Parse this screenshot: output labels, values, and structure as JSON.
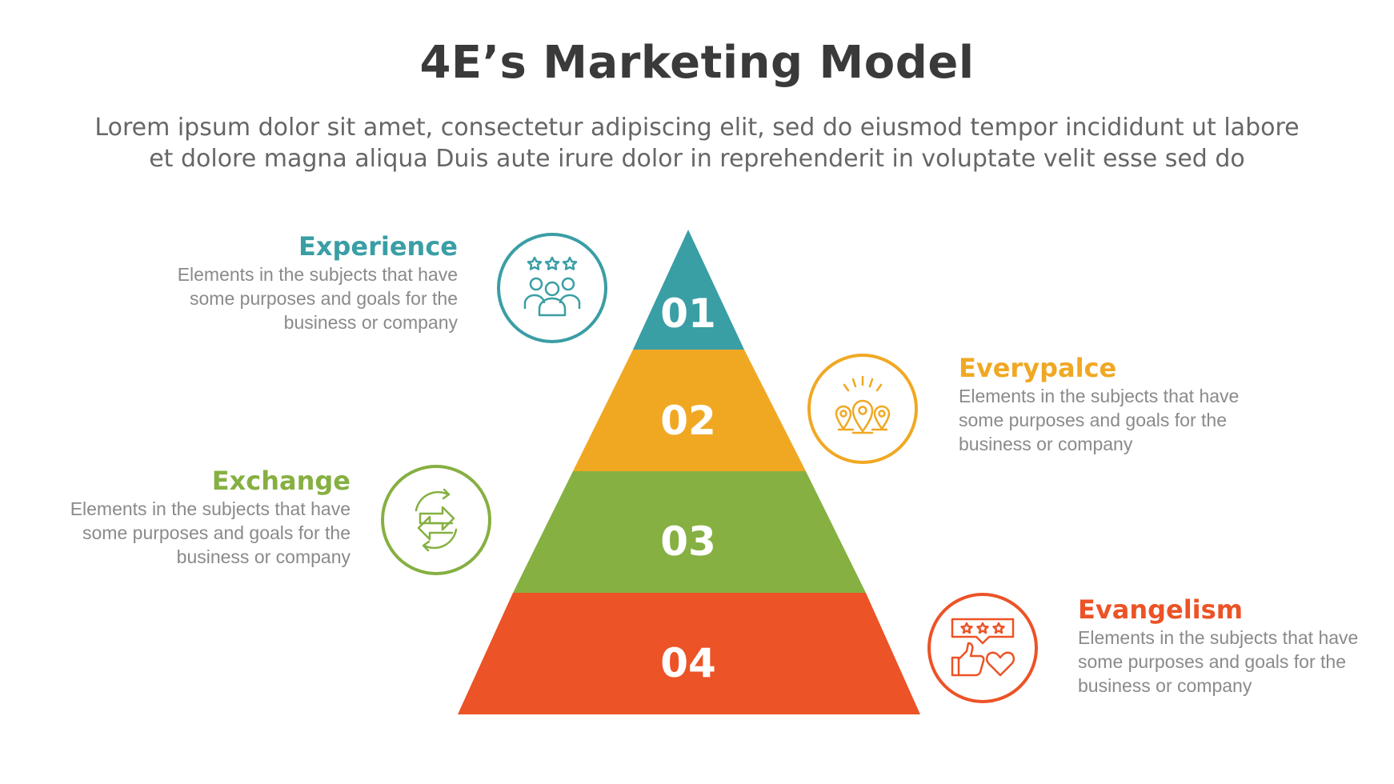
{
  "title": "4E’s Marketing Model",
  "subtitle": {
    "line1": "Lorem ipsum dolor sit amet, consectetur adipiscing elit, sed do eiusmod tempor incididunt ut labore",
    "line2": "et dolore magna aliqua Duis aute irure dolor in reprehenderit in voluptate velit esse sed do"
  },
  "colors": {
    "teal": "#3a9ea5",
    "orange": "#f0a823",
    "green": "#86b042",
    "red": "#ec5326"
  },
  "steps": [
    {
      "number": "01",
      "title": "Experience",
      "color": "#3a9ea5",
      "icon": "people-rating-icon",
      "desc": [
        "Elements in the subjects that have",
        "some purposes and goals for the",
        "business or company"
      ]
    },
    {
      "number": "02",
      "title": "Everypalce",
      "color": "#f0a823",
      "icon": "location-pins-icon",
      "desc": [
        "Elements in the subjects that have",
        "some purposes and goals for the",
        "business or company"
      ]
    },
    {
      "number": "03",
      "title": "Exchange",
      "color": "#86b042",
      "icon": "exchange-arrows-icon",
      "desc": [
        "Elements in the subjects that have",
        "some purposes and goals for the",
        "business or company"
      ]
    },
    {
      "number": "04",
      "title": "Evangelism",
      "color": "#ec5326",
      "icon": "review-like-icon",
      "desc": [
        "Elements in the subjects that have",
        "some purposes and goals for the",
        "business or company"
      ]
    }
  ]
}
